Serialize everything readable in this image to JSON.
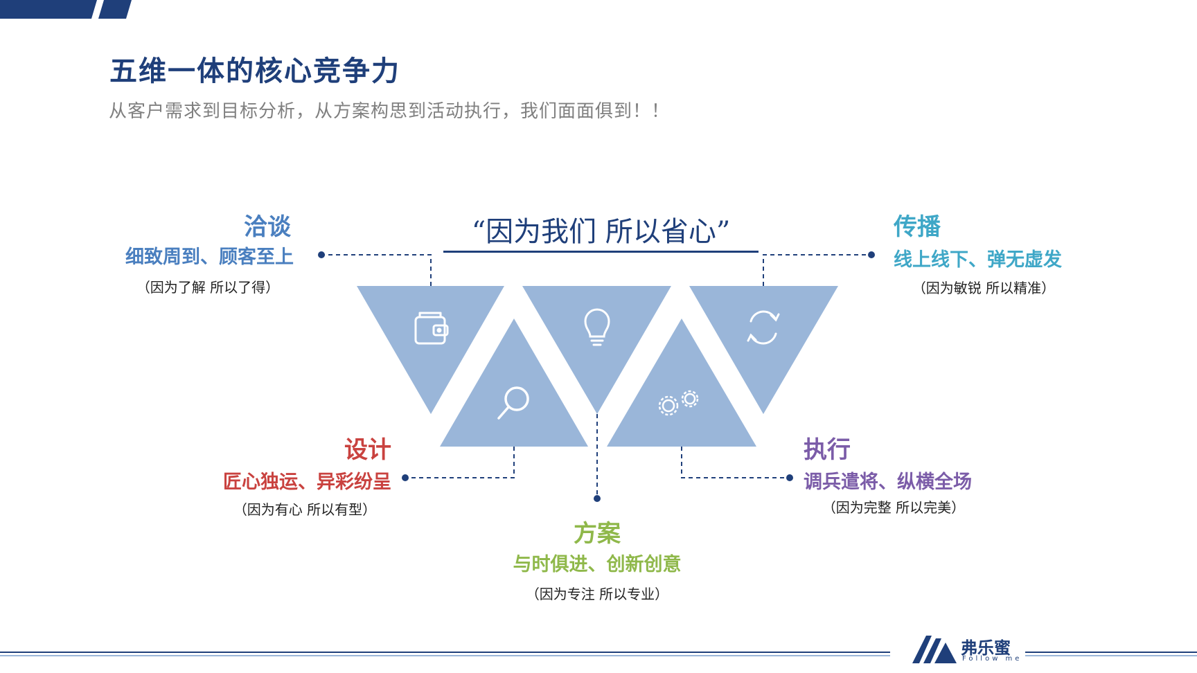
{
  "slide": {
    "title": "五维一体的核心竞争力",
    "subtitle": "从客户需求到目标分析，从方案构思到活动执行，我们面面俱到！！",
    "slogan": "“因为我们  所以省心”"
  },
  "colors": {
    "title_blue": "#1f3f7a",
    "triangle_fill": "#9ab6d9",
    "connector": "#1f3f7a",
    "qiatan": "#4a7fbf",
    "chuanbo": "#3fa7c7",
    "sheji": "#c9423f",
    "fangan": "#8fb84a",
    "zhixing": "#7b5ca8"
  },
  "items": [
    {
      "key": "qiatan",
      "name": "洽谈",
      "desc": "细致周到、顾客至上",
      "note": "（因为了解    所以了得）",
      "icon": "wallet-icon"
    },
    {
      "key": "chuanbo",
      "name": "传播",
      "desc": "线上线下、弹无虚发",
      "note": "（因为敏锐    所以精准）",
      "icon": "refresh-icon"
    },
    {
      "key": "sheji",
      "name": "设计",
      "desc": "匠心独运、异彩纷呈",
      "note": "（因为有心    所以有型）",
      "icon": "magnifier-icon"
    },
    {
      "key": "fangan",
      "name": "方案",
      "desc": "与时俱进、创新创意",
      "note": "（因为专注  所以专业）",
      "icon": "lightbulb-icon"
    },
    {
      "key": "zhixing",
      "name": "执行",
      "desc": "调兵遣将、纵横全场",
      "note": "（因为完整    所以完美）",
      "icon": "gears-icon"
    }
  ],
  "logo": {
    "name": "弗乐蜜",
    "tagline": "Follow me"
  }
}
